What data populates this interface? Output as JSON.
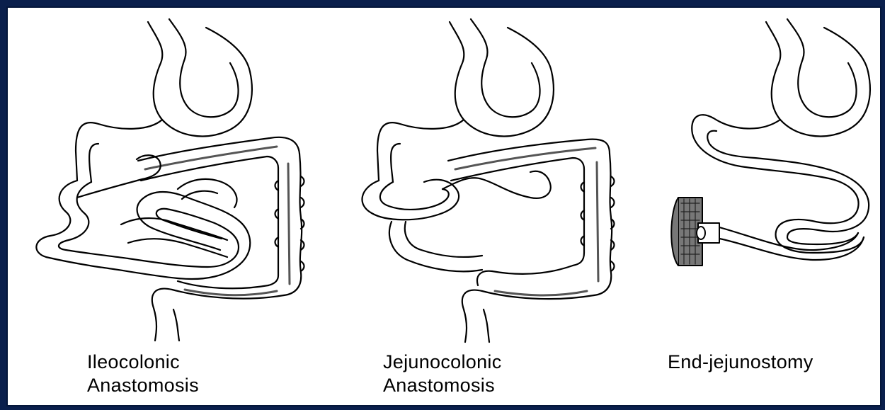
{
  "panels": [
    {
      "id": "ileocolonic",
      "lines": [
        "Ileocolonic",
        "Anastomosis"
      ]
    },
    {
      "id": "jejunocolonic",
      "lines": [
        "Jejunocolonic",
        "Anastomosis"
      ]
    },
    {
      "id": "end-jejunostomy",
      "lines": [
        "End-jejunostomy"
      ]
    }
  ],
  "colors": {
    "background": "#0a1f4c",
    "panel": "#ffffff",
    "ink": "#000000"
  }
}
